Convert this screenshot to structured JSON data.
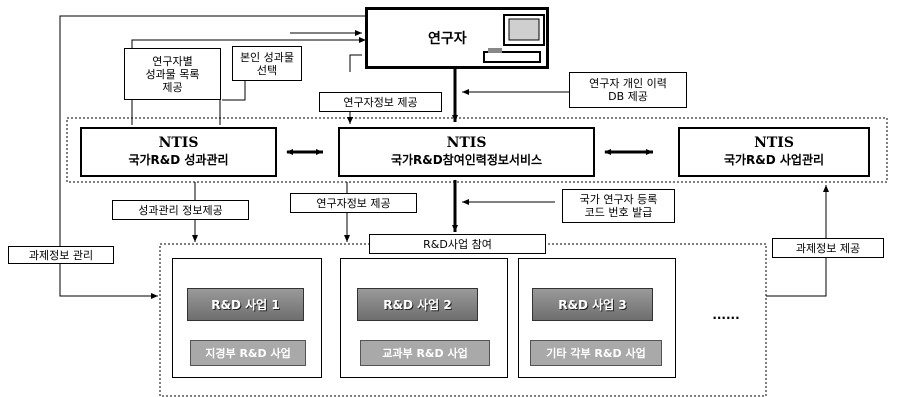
{
  "researcher": {
    "label": "연구자"
  },
  "ntis": [
    {
      "title": "NTIS",
      "subtitle": "국가R&D 성과관리"
    },
    {
      "title": "NTIS",
      "subtitle": "국가R&D참여인력정보서비스"
    },
    {
      "title": "NTIS",
      "subtitle": "국가R&D 사업관리"
    }
  ],
  "labels": {
    "output_list": "연구자별\n성과물 목록\n제공",
    "select_output": "본인 성과물\n선택",
    "researcher_info_top": "연구자정보 제공",
    "personal_history_db": "연구자 개인 이력\nDB 제공",
    "performance_info": "성과관리 정보제공",
    "researcher_info_mid": "연구자정보 제공",
    "code_number": "국가 연구자 등록\n코드 번호 발급",
    "task_info_mgmt": "과제정보 관리",
    "task_info_provide": "과제정보 제공"
  },
  "participation": {
    "label": "R&D사업 참여"
  },
  "businesses": [
    {
      "name": "R&D 사업 1",
      "ministry": "지경부 R&D 사업"
    },
    {
      "name": "R&D 사업 2",
      "ministry": "교과부 R&D 사업"
    },
    {
      "name": "R&D 사업 3",
      "ministry": "기타 각부 R&D 사업"
    }
  ],
  "ellipsis": "......"
}
